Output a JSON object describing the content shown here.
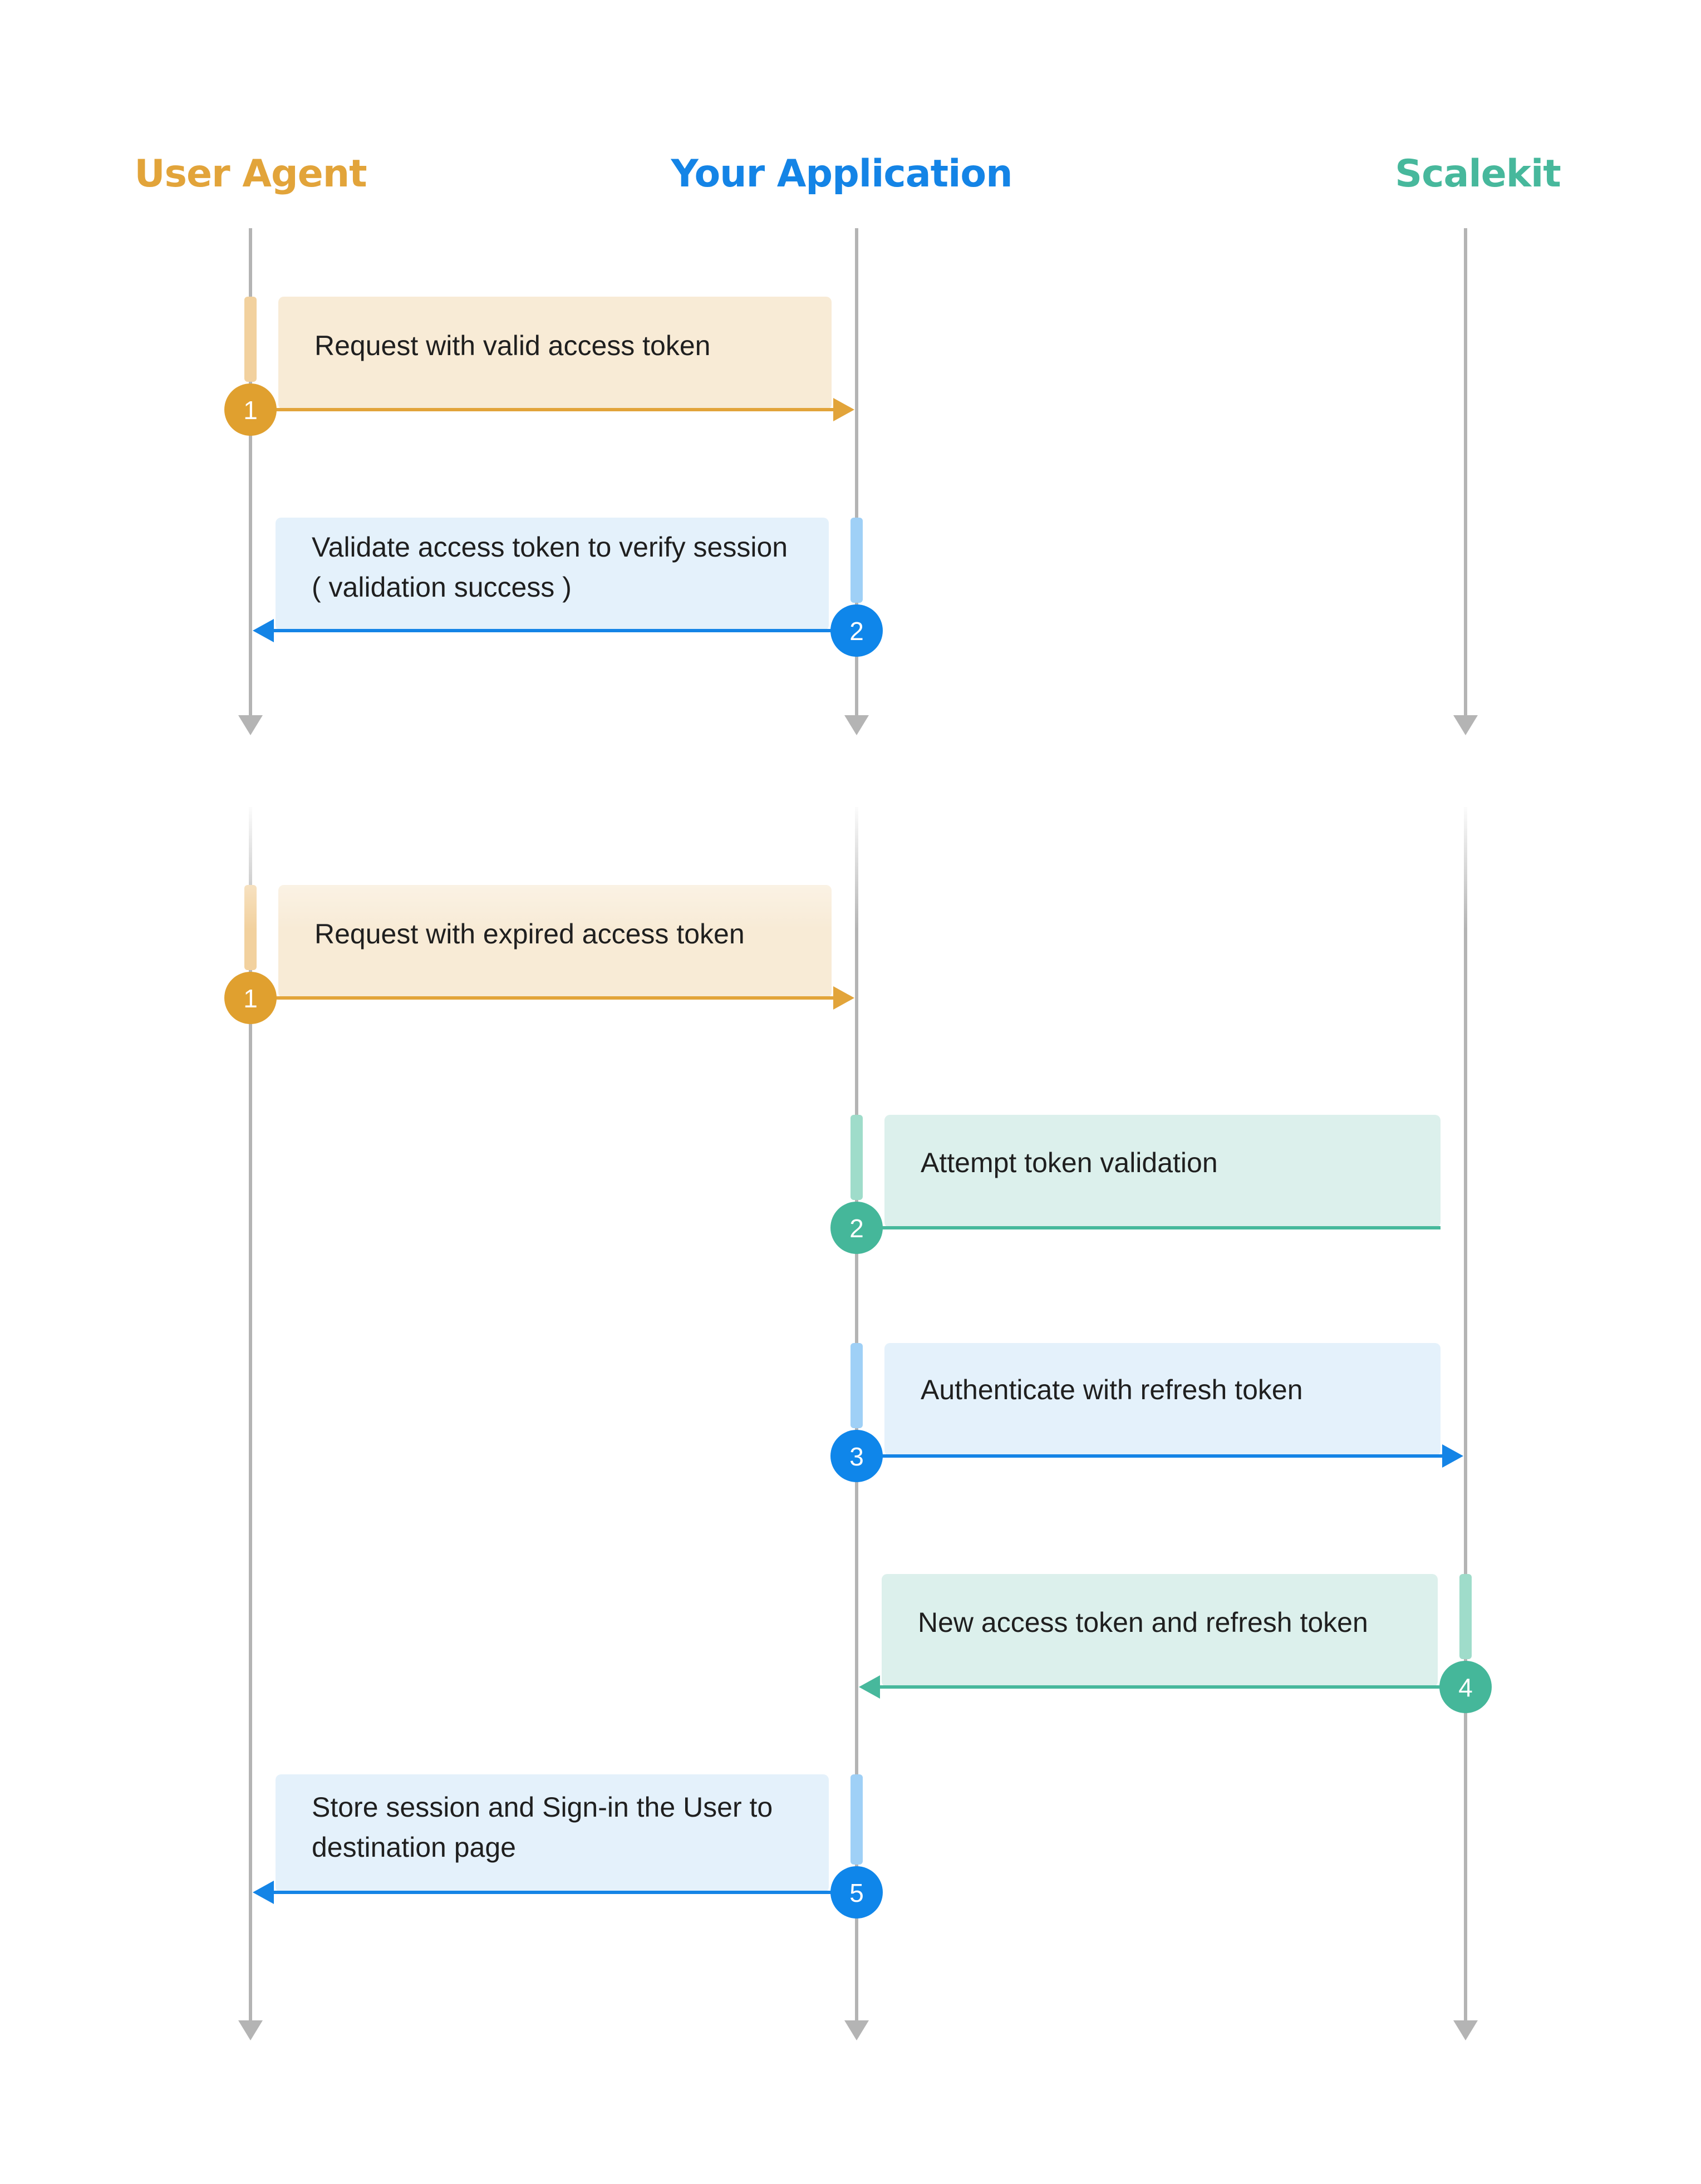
{
  "actors": [
    {
      "name": "User Agent",
      "color": "#e2a43a"
    },
    {
      "name": "Your Application",
      "color": "#1484e6"
    },
    {
      "name": "Scalekit",
      "color": "#47b89c"
    }
  ],
  "flows": [
    {
      "messages": [
        {
          "step": "1",
          "from": 0,
          "to": 1,
          "lines": [
            "Request with valid access token"
          ],
          "theme": "orange"
        },
        {
          "step": "2",
          "from": 1,
          "to": 0,
          "lines": [
            "Validate access token to verify session",
            "( validation success )"
          ],
          "theme": "blue"
        }
      ]
    },
    {
      "messages": [
        {
          "step": "1",
          "from": 0,
          "to": 1,
          "lines": [
            "Request with expired access token"
          ],
          "theme": "orange"
        },
        {
          "step": "2",
          "from": 1,
          "to": 2,
          "lines": [
            "Attempt token validation"
          ],
          "theme": "green",
          "no_arrow": true
        },
        {
          "step": "3",
          "from": 1,
          "to": 2,
          "lines": [
            "Authenticate with refresh token"
          ],
          "theme": "blue"
        },
        {
          "step": "4",
          "from": 2,
          "to": 1,
          "lines": [
            "New access token and refresh token"
          ],
          "theme": "green"
        },
        {
          "step": "5",
          "from": 1,
          "to": 0,
          "lines": [
            "Store session and Sign-in the User to",
            "destination page"
          ],
          "theme": "blue"
        }
      ]
    }
  ],
  "themes": {
    "orange": {
      "fill": "#f8ebd6",
      "line": "#e2a43a",
      "circle": "#e0a02f",
      "tab": "#f2d19e"
    },
    "blue": {
      "fill": "#e4f1fb",
      "line": "#1484e6",
      "circle": "#0f86ea",
      "tab": "#9fd0f6"
    },
    "green": {
      "fill": "#dcf0ec",
      "line": "#47b89c",
      "circle": "#45b79a",
      "tab": "#9fdcca"
    }
  },
  "lifeline_color": "#b4b4b4"
}
